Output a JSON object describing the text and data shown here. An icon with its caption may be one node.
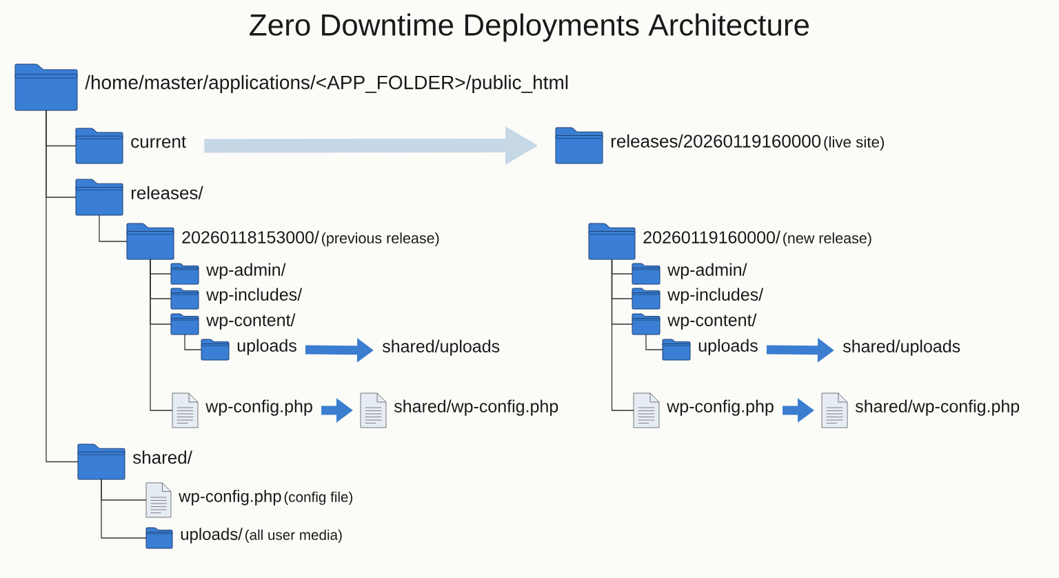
{
  "diagram": {
    "title": "Zero Downtime Deployments Architecture",
    "nodes": [
      {
        "text": [
          "/home/master/applications/<APP_FOLDER>/public_html"
        ]
      },
      {
        "text": [
          "current"
        ]
      },
      {
        "text": [
          "releases/20260119160000",
          "(live site)"
        ]
      },
      {
        "text": [
          "releases/"
        ]
      },
      {
        "text": [
          "20260118153000/",
          "(previous release)"
        ]
      },
      {
        "text": [
          "wp-admin/"
        ]
      },
      {
        "text": [
          "wp-includes/"
        ]
      },
      {
        "text": [
          "wp-content/"
        ]
      },
      {
        "text": [
          "uploads"
        ]
      },
      {
        "text": [
          "shared/uploads"
        ]
      },
      {
        "text": [
          "wp-config.php"
        ]
      },
      {
        "text": [
          "shared/wp-config.php"
        ]
      },
      {
        "text": [
          "20260119160000/",
          "(new release)"
        ]
      },
      {
        "text": [
          "wp-admin/"
        ]
      },
      {
        "text": [
          "wp-includes/"
        ]
      },
      {
        "text": [
          "wp-content/"
        ]
      },
      {
        "text": [
          "uploads"
        ]
      },
      {
        "text": [
          "shared/uploads"
        ]
      },
      {
        "text": [
          "wp-config.php"
        ]
      },
      {
        "text": [
          "shared/wp-config.php"
        ]
      },
      {
        "text": [
          "shared/"
        ]
      },
      {
        "text": [
          "wp-config.php",
          "(config file)"
        ]
      },
      {
        "text": [
          "uploads/",
          "(all user media)"
        ]
      }
    ],
    "edges": [
      {
        "from": 0,
        "to": 1,
        "arrow": "none"
      },
      {
        "from": 0,
        "to": 3,
        "arrow": "none"
      },
      {
        "from": 0,
        "to": 20,
        "arrow": "none"
      },
      {
        "from": 3,
        "to": 4,
        "arrow": "none"
      },
      {
        "from": 4,
        "to": 5,
        "arrow": "none"
      },
      {
        "from": 4,
        "to": 6,
        "arrow": "none"
      },
      {
        "from": 4,
        "to": 7,
        "arrow": "none"
      },
      {
        "from": 4,
        "to": 10,
        "arrow": "none"
      },
      {
        "from": 7,
        "to": 8,
        "arrow": "none"
      },
      {
        "from": 12,
        "to": 13,
        "arrow": "none"
      },
      {
        "from": 12,
        "to": 14,
        "arrow": "none"
      },
      {
        "from": 12,
        "to": 15,
        "arrow": "none"
      },
      {
        "from": 12,
        "to": 18,
        "arrow": "none"
      },
      {
        "from": 15,
        "to": 16,
        "arrow": "none"
      },
      {
        "from": 20,
        "to": 21,
        "arrow": "none"
      },
      {
        "from": 20,
        "to": 22,
        "arrow": "none"
      },
      {
        "from": 1,
        "to": 2,
        "arrow": "to",
        "style": "thick",
        "color": "#c6d7e6"
      },
      {
        "from": 8,
        "to": 9,
        "arrow": "to",
        "style": "thick",
        "color": "#3b7dd0"
      },
      {
        "from": 10,
        "to": 11,
        "arrow": "to",
        "style": "thick",
        "color": "#3b7dd0"
      },
      {
        "from": 16,
        "to": 17,
        "arrow": "to",
        "style": "thick",
        "color": "#3b7dd0"
      },
      {
        "from": 18,
        "to": 19,
        "arrow": "to",
        "style": "thick",
        "color": "#3b7dd0"
      }
    ]
  }
}
